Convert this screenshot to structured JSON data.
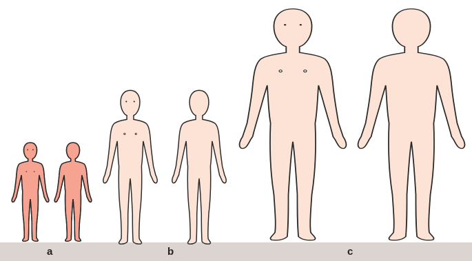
{
  "panels": [
    {
      "label": "a"
    },
    {
      "label": "b"
    },
    {
      "label": "c"
    }
  ],
  "colors": {
    "skin": "#fde3d6",
    "rash": "#f6a391",
    "outline": "#2a2a2a",
    "ground": "#dcd4d0",
    "label": "#222222"
  }
}
